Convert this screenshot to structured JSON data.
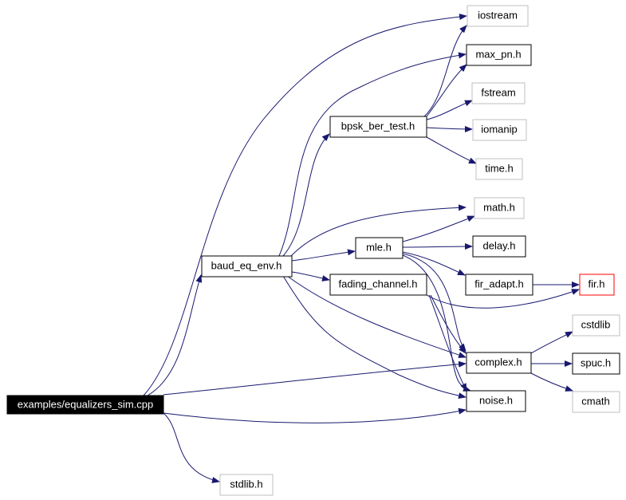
{
  "colors": {
    "edge": "#191970",
    "border_default": "#000000",
    "border_external": "#bfbfbf",
    "border_highlight": "#ff0000",
    "root_fill": "#000000",
    "root_text": "#ffffff",
    "text": "#000000"
  },
  "nodes": {
    "root": "examples/equalizers_sim.cpp",
    "stdlib_h": "stdlib.h",
    "baud_eq_env_h": "baud_eq_env.h",
    "bpsk_ber_test_h": "bpsk_ber_test.h",
    "iostream": "iostream",
    "max_pn_h": "max_pn.h",
    "fstream": "fstream",
    "iomanip": "iomanip",
    "time_h": "time.h",
    "math_h": "math.h",
    "mle_h": "mle.h",
    "delay_h": "delay.h",
    "fir_adapt_h": "fir_adapt.h",
    "fir_h": "fir.h",
    "fading_channel_h": "fading_channel.h",
    "complex_h": "complex.h",
    "noise_h": "noise.h",
    "cstdlib": "cstdlib",
    "spuc_h": "spuc.h",
    "cmath": "cmath"
  }
}
